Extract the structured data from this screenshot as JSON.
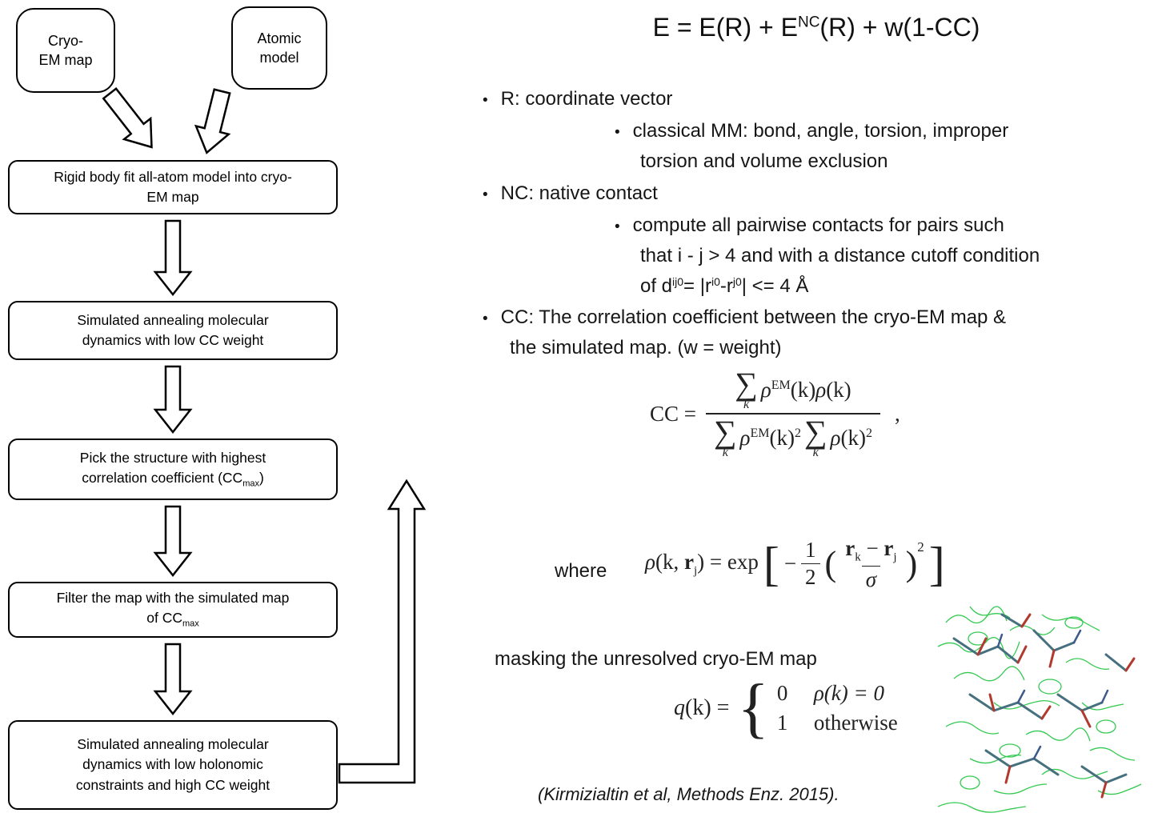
{
  "flowchart": {
    "source_boxes": [
      {
        "label": "Cryo-\nEM map"
      },
      {
        "label": "Atomic\nmodel"
      }
    ],
    "steps": {
      "step1": "Rigid body fit all-atom model into cryo-\nEM map",
      "step2": "Simulated annealing molecular\ndynamics with low CC weight",
      "step3": {
        "line1": "Pick the structure with highest",
        "line2_pre": "correlation coefficient (CC",
        "line2_sub": "max",
        "line2_post": ")"
      },
      "step4": {
        "line1": "Filter the map with the simulated map",
        "line2_pre": "of CC",
        "line2_sub": "max"
      },
      "step5": "Simulated annealing molecular\ndynamics with low holonomic\nconstraints and high CC weight"
    }
  },
  "right": {
    "energy_eq": {
      "p1": "E = E(R) + E",
      "sup": "NC",
      "p2": "(R) + w(1-CC)"
    },
    "bullets": {
      "r_item": "R: coordinate vector",
      "mm_line1": "classical MM: bond, angle, torsion, improper",
      "mm_line2": "torsion and volume exclusion",
      "nc_item": "NC: native contact",
      "nc_line1": "compute all pairwise contacts for pairs such",
      "nc_line2": "that i - j > 4 and with a distance cutoff condition",
      "nc_line3": {
        "a": "of d",
        "a_sub": "ij0",
        "b": " = |r",
        "b_sub": "i0",
        "c": "-r",
        "c_sub": "j0",
        "d": " | <= 4 Å"
      },
      "cc_line1": "CC: The correlation coefficient between the cryo-EM map &",
      "cc_line2": "the simulated map. (w = weight)"
    },
    "cc_eq": {
      "lhs": "CC =",
      "sum": "∑",
      "sum_sub": "k",
      "num_rho1": "ρ",
      "num_sup": "EM",
      "num_a": "(k)",
      "num_rho2": "ρ",
      "num_b": "(k)",
      "den_rho1": "ρ",
      "den_sup": "EM",
      "den_a": "(k)",
      "den_sq1": "2",
      "den_rho2": "ρ",
      "den_b": "(k)",
      "den_sq2": "2",
      "comma": ","
    },
    "where_label": "where",
    "rho_eq": {
      "rho": "ρ",
      "lhs_a": "(k, ",
      "r1": "r",
      "r1_sub": "j",
      "lhs_b": ") = exp",
      "lbracket": "[",
      "minus": "−",
      "half_num": "1",
      "half_den": "2",
      "lparen": "(",
      "nr1": "r",
      "nr1_sub": "k",
      "nminus": "−",
      "nr2": "r",
      "nr2_sub": "j",
      "sigma": "σ",
      "rparen": ")",
      "power": "2",
      "rbracket": "]"
    },
    "masking_text": "masking the unresolved cryo-EM map",
    "q_eq": {
      "q": "q",
      "lhs": "(k) =",
      "brace": "{",
      "row1_val": "0",
      "row1_cond": "ρ(k) = 0",
      "row2_val": "1",
      "row2_cond": "otherwise"
    },
    "citation": "(Kirmizialtin et al, Methods Enz. 2015).",
    "molecule_alt": "green cryo-EM density mesh with fitted atomic stick model"
  }
}
